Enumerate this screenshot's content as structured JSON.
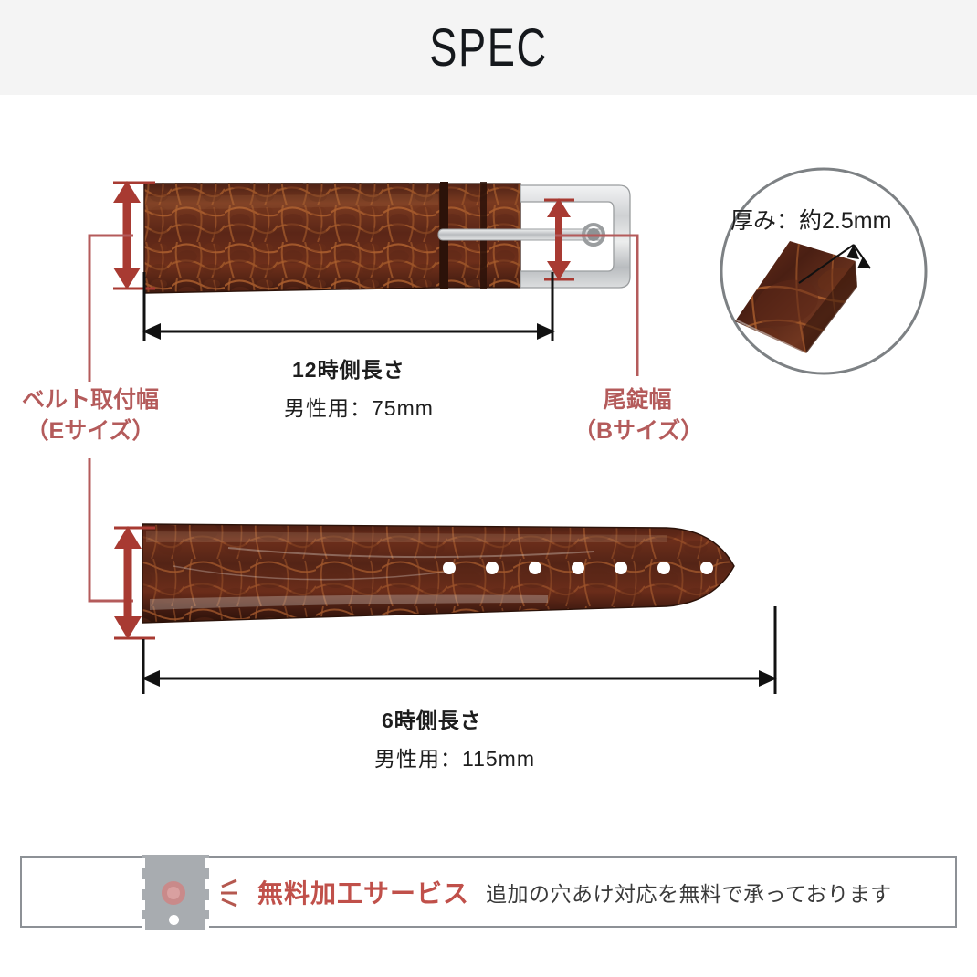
{
  "header": {
    "title": "SPEC"
  },
  "annotations": {
    "attach_width": {
      "line1": "ベルト取付幅",
      "line2": "（Eサイズ）",
      "color": "#b45b5b"
    },
    "buckle_width": {
      "line1": "尾錠幅",
      "line2": "（Bサイズ）",
      "color": "#b45b5b"
    },
    "twelve_oclock": {
      "title": "12時側長さ",
      "value": "男性用：75mm"
    },
    "six_oclock": {
      "title": "6時側長さ",
      "value": "男性用：115mm"
    },
    "thickness": {
      "label": "厚み：約2.5mm"
    }
  },
  "banner": {
    "headline": "無料加工サービス",
    "description": "追加の穴あけ対応を無料で承っております",
    "headline_color": "#c0504a",
    "icon_name": "punch-hole-icon"
  },
  "colors": {
    "header_bg": "#f4f4f4",
    "red_arrow": "#a83a32",
    "red_leader": "#b45b5b",
    "black_arrow": "#111111",
    "leather_dark": "#4a1f14",
    "leather_mid": "#6d2f1b",
    "leather_light": "#a9552c",
    "buckle_silver": "#d9dadb",
    "circle_border": "#7d8184"
  },
  "strap_upper": {
    "holes": 0,
    "name": "12-oclock-strap-with-buckle"
  },
  "strap_lower": {
    "holes": 7,
    "name": "6-oclock-strap"
  }
}
